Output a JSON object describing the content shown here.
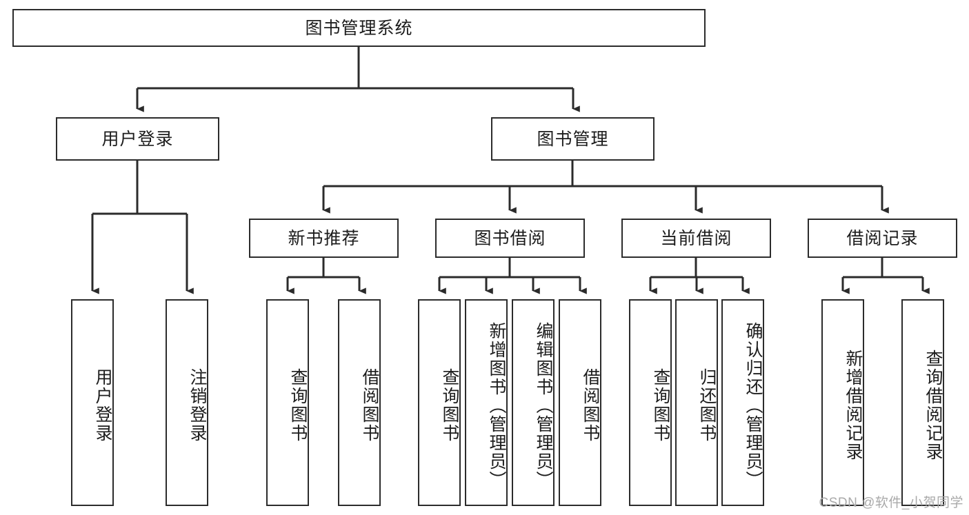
{
  "diagram": {
    "type": "tree-hierarchy-chart",
    "title": "图书管理系统",
    "watermark": "CSDN @软件_小贺同学",
    "colors": {
      "stroke": "#2b2b2b",
      "fill": "#ffffff",
      "text": "#1c1c1c",
      "watermark": "#a9a9a9"
    },
    "root": {
      "label": "图书管理系统"
    },
    "level2": [
      {
        "label": "用户登录"
      },
      {
        "label": "图书管理"
      }
    ],
    "level3": [
      {
        "label": "新书推荐"
      },
      {
        "label": "图书借阅"
      },
      {
        "label": "当前借阅"
      },
      {
        "label": "借阅记录"
      }
    ],
    "leaves": {
      "user_login": [
        {
          "label": "用户登录"
        },
        {
          "label": "注销登录"
        }
      ],
      "new_book": [
        {
          "label": "查询图书"
        },
        {
          "label": "借阅图书"
        }
      ],
      "borrow_book": [
        {
          "label": "查询图书"
        },
        {
          "label": "新增图书（管理员）"
        },
        {
          "label": "编辑图书（管理员）"
        },
        {
          "label": "借阅图书"
        }
      ],
      "current_borrow": [
        {
          "label": "查询图书"
        },
        {
          "label": "归还图书"
        },
        {
          "label": "确认归还（管理员）"
        }
      ],
      "borrow_record": [
        {
          "label": "新增借阅记录"
        },
        {
          "label": "查询借阅记录"
        }
      ]
    }
  }
}
